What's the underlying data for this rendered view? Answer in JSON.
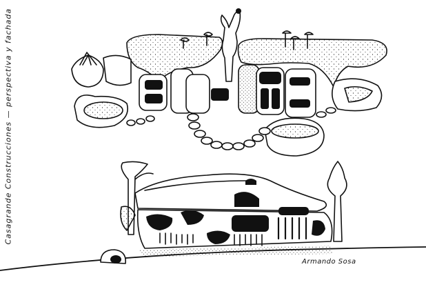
{
  "caption": {
    "vertical": "Casagrande Construcciones — perspectiva y fachada",
    "signature": "Armando Sosa"
  },
  "colors": {
    "ink": "#111111",
    "paper": "#ffffff"
  },
  "drawing": {
    "subject": "organic house architectural sketch",
    "views": [
      "perspective",
      "elevation"
    ]
  }
}
